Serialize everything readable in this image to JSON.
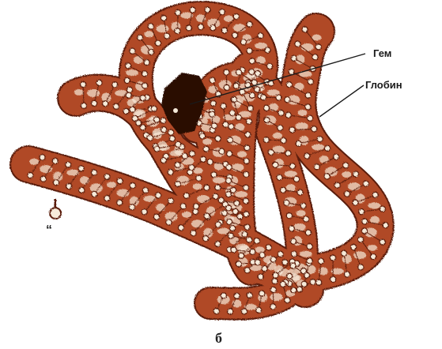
{
  "labels": {
    "heme": "Гем",
    "globin": "Глобин",
    "terminal_mark": "“",
    "caption": "б"
  },
  "colors": {
    "strand_fill": "#b04a26",
    "strand_edge": "#5a1d08",
    "heme_fill": "#2a0a04",
    "bead_fill": "#f6ead9",
    "leader_line": "#1a1a1a"
  }
}
